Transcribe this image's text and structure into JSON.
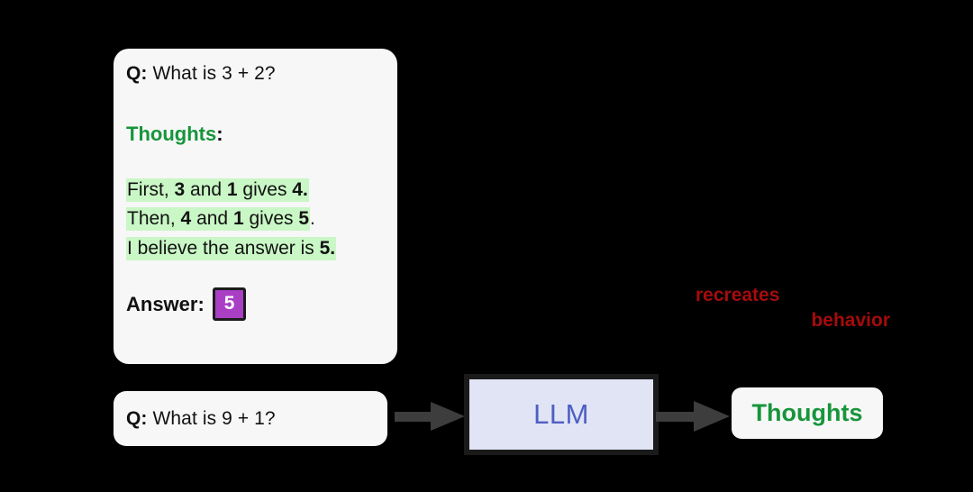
{
  "example_card": {
    "question": {
      "label": "Q:",
      "text": " What is 3 + 2?"
    },
    "thoughts_heading": {
      "word": "Thoughts",
      "colon": ":"
    },
    "thought_lines": [
      {
        "prefix": "First, ",
        "bold_a": "3",
        "mid": " and ",
        "bold_b": "1",
        "verb": " gives ",
        "bold_c": "4.",
        "trailing": "",
        "highlight_includes_period": true
      },
      {
        "prefix": "Then, ",
        "bold_a": "4",
        "mid": " and ",
        "bold_b": "1",
        "verb": " gives ",
        "bold_c": "5",
        "trailing": ".",
        "highlight_includes_period": false
      },
      {
        "prefix": "I believe the answer is ",
        "bold_a": "",
        "mid": "",
        "bold_b": "",
        "verb": "",
        "bold_c": "5.",
        "trailing": "",
        "highlight_includes_period": true
      }
    ],
    "answer": {
      "label": "Answer:",
      "value": "5"
    }
  },
  "query_box": {
    "label": "Q:",
    "text": " What is 9 + 1?"
  },
  "llm_block": {
    "label": "LLM"
  },
  "output_box": {
    "label": "Thoughts"
  },
  "annotation": {
    "line_1": "recreates",
    "line_2": "behavior"
  },
  "colors": {
    "background": "#000000",
    "card_fill": "#F7F7F7",
    "highlight_green": "#C9F7C5",
    "text_green": "#17953B",
    "answer_purple": "#A93FC4",
    "llm_fill": "#E1E4F4",
    "llm_text": "#4D5FC4",
    "arrow_gray": "#3D3D3D",
    "annotation_red": "#A50B0B"
  }
}
